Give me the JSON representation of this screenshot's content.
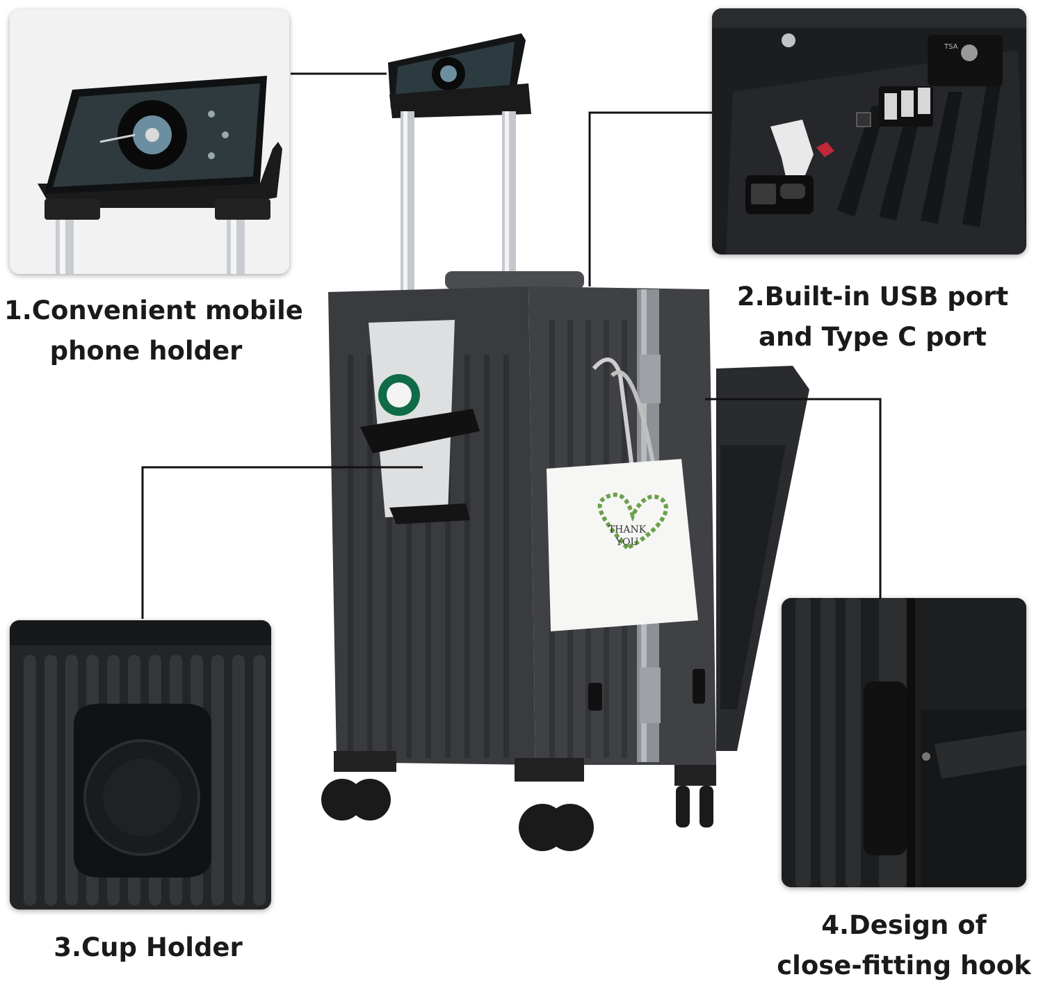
{
  "features": [
    {
      "lines": [
        "1.Convenient mobile",
        "phone holder"
      ]
    },
    {
      "lines": [
        "2.Built-in USB port",
        "and Type C port"
      ]
    },
    {
      "lines": [
        "3.Cup Holder"
      ]
    },
    {
      "lines": [
        "4.Design of",
        "close-fitting hook"
      ]
    }
  ],
  "product": {
    "cup_logo_icon": "mermaid-logo-icon",
    "bag_text": [
      "THANK",
      "YOU"
    ],
    "lock_label": "TSA"
  },
  "colors": {
    "shell": "#3a3b3e",
    "frame": "#8d9196",
    "panel_dark": "#1e1f21",
    "accent_red": "#c0283a",
    "connector": "#111111"
  }
}
